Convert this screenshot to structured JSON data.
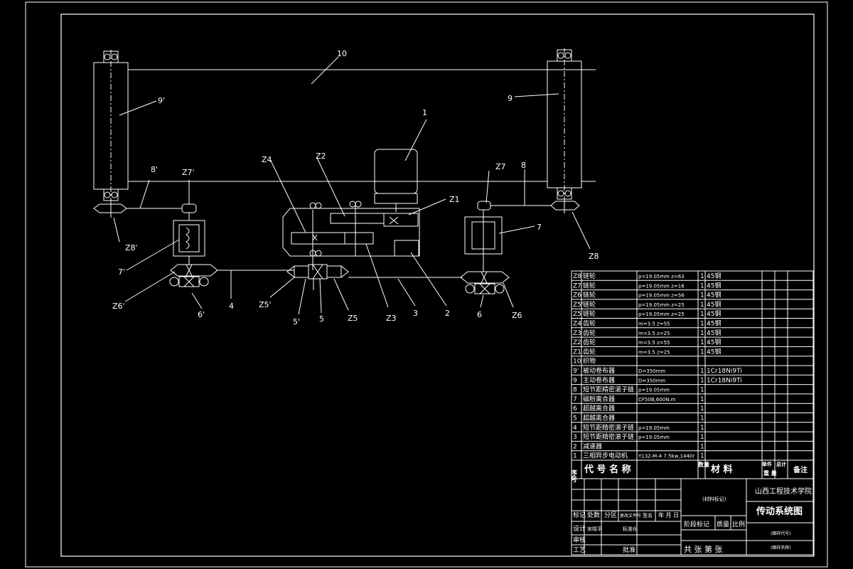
{
  "labels": {
    "l10": "10",
    "l9": "9",
    "l9p": "9'",
    "l1": "1",
    "lZ4": "Z4",
    "lZ2": "Z2",
    "lZ1": "Z1",
    "lZ7p": "Z7'",
    "lZ7": "Z7",
    "l8p": "8'",
    "l8": "8",
    "lZ8p": "Z8'",
    "lZ8": "Z8",
    "l7p": "7'",
    "l7": "7",
    "lZ6p": "Z6'",
    "l6p": "6'",
    "l4": "4",
    "lZ5p": "Z5'",
    "l5p": "5'",
    "l5": "5",
    "lZ5": "Z5",
    "lZ3": "Z3",
    "l3": "3",
    "l2": "2",
    "l6": "6",
    "lZ6": "Z6"
  },
  "parts_table": {
    "rows": [
      {
        "no": "Z8",
        "name": "链轮",
        "spec": "p=19.05mm  z=63",
        "qty": "1",
        "material": "45钢"
      },
      {
        "no": "Z7",
        "name": "链轮",
        "spec": "p=19.05mm  z=16",
        "qty": "1",
        "material": "45钢"
      },
      {
        "no": "Z6",
        "name": "链轮",
        "spec": "p=19.05mm  z=56",
        "qty": "1",
        "material": "45钢"
      },
      {
        "no": "Z5'",
        "name": "链轮",
        "spec": "p=19.05mm  z=25",
        "qty": "1",
        "material": "45钢"
      },
      {
        "no": "Z5",
        "name": "链轮",
        "spec": "p=19.05mm  z=25",
        "qty": "1",
        "material": "45钢"
      },
      {
        "no": "Z4",
        "name": "齿轮",
        "spec": "m=3.5    z=55",
        "qty": "1",
        "material": "45钢"
      },
      {
        "no": "Z3",
        "name": "齿轮",
        "spec": "m=3.5    z=25",
        "qty": "1",
        "material": "45钢"
      },
      {
        "no": "Z2",
        "name": "齿轮",
        "spec": "m=3.5    z=55",
        "qty": "1",
        "material": "45钢"
      },
      {
        "no": "Z1",
        "name": "齿轮",
        "spec": "m=3.5    z=25",
        "qty": "1",
        "material": "45钢"
      },
      {
        "no": "10",
        "name": "织物",
        "spec": "",
        "qty": "",
        "material": ""
      },
      {
        "no": "9'",
        "name": "被动卷布器",
        "spec": "D=350mm",
        "qty": "1",
        "material": "1Cr18Ni9Ti"
      },
      {
        "no": "9",
        "name": "主动卷布器",
        "spec": "D=350mm",
        "qty": "1",
        "material": "1Cr18Ni9Ti"
      },
      {
        "no": "8",
        "name": "短节距精密滚子链",
        "spec": "p=19.05mm",
        "qty": "1",
        "material": ""
      },
      {
        "no": "7",
        "name": "磁粉离合器",
        "spec": "CF50B,600N.m",
        "qty": "1",
        "material": ""
      },
      {
        "no": "6",
        "name": "超越离合器",
        "spec": "",
        "qty": "1",
        "material": ""
      },
      {
        "no": "5",
        "name": "超越离合器",
        "spec": "",
        "qty": "1",
        "material": ""
      },
      {
        "no": "4",
        "name": "短节距精密滚子链",
        "spec": "p=19.05mm",
        "qty": "1",
        "material": ""
      },
      {
        "no": "3",
        "name": "短节距精密滚子链",
        "spec": "p=19.05mm",
        "qty": "1",
        "material": ""
      },
      {
        "no": "2",
        "name": "减速器",
        "spec": "",
        "qty": "1",
        "material": ""
      },
      {
        "no": "1",
        "name": "三相异步电动机",
        "spec": "Y132-M-4  7.5kw,1440r",
        "qty": "1",
        "material": ""
      }
    ],
    "header": {
      "no": "序号",
      "name": "代  号  名  称",
      "qty": "数量",
      "material": "材  料",
      "unit_weight": "单件",
      "total_weight": "总计",
      "weight": "重  量",
      "remark": "备注"
    }
  },
  "title_block": {
    "material_mark": "(材料标记)",
    "school": "山西工程技术学院",
    "drawing_title": "传动系统图",
    "drawing_code": "(图样代号)",
    "drawing_name_small": "(图样名称)",
    "rev_marks": "标记",
    "rev_count": "处数",
    "rev_zone": "分区",
    "rev_file": "更改文件号",
    "rev_sign": "签名",
    "rev_date": "年 月 日",
    "design": "设计",
    "designer": "宋晓平",
    "standardize": "标准化",
    "stage_mark": "阶段标记",
    "weight": "质量",
    "scale": "比例",
    "review": "审核",
    "process": "工艺",
    "approve": "批准",
    "sheets": "共  张 第  张"
  }
}
